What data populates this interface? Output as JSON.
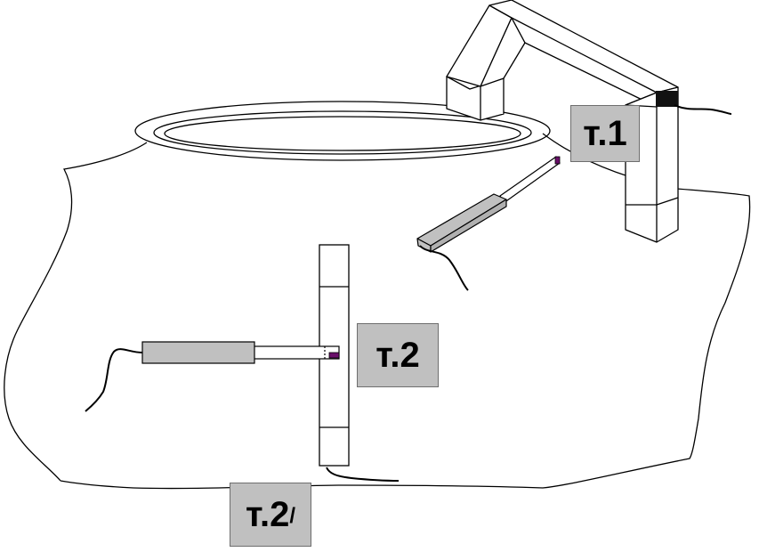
{
  "labels": {
    "point1": "т.1",
    "point2": "т.2",
    "point2_prime": "т.2",
    "prime_mark": "/"
  },
  "colors": {
    "line": "#000000",
    "probe_fill": "#c0c0c0",
    "label_fill": "#c0c0c0",
    "sensor_tip": "#6a0f6a"
  }
}
